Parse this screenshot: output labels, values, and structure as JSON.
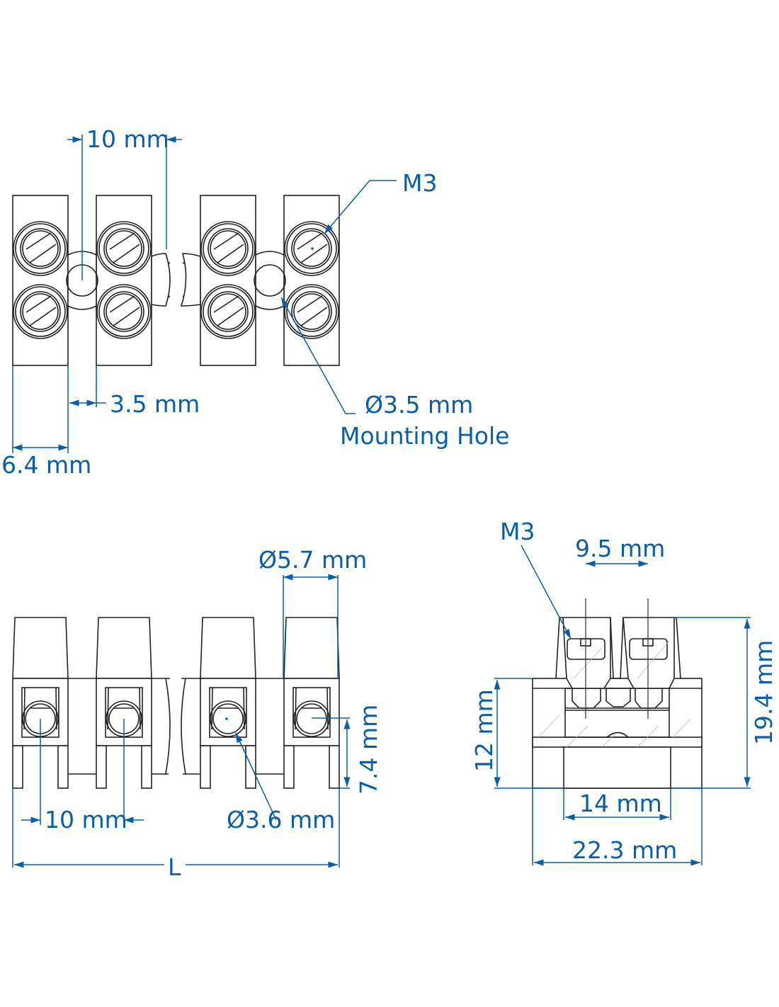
{
  "colors": {
    "dimension": "#0a5ea8",
    "outline": "#222222"
  },
  "top_view": {
    "pitch": "10 mm",
    "screw_label": "M3",
    "gap": "3.5 mm",
    "width": "6.4 mm",
    "hole_diameter": "Ø3.5 mm",
    "hole_label": "Mounting Hole"
  },
  "front_view": {
    "top_diameter": "Ø5.7 mm",
    "pitch": "10 mm",
    "wire_hole": "Ø3.6 mm",
    "hole_height": "7.4 mm",
    "length": "L"
  },
  "side_view": {
    "screw_label": "M3",
    "screw_spacing": "9.5 mm",
    "body_height": "12 mm",
    "total_height": "19.4 mm",
    "base_width": "14 mm",
    "total_width": "22.3 mm"
  }
}
